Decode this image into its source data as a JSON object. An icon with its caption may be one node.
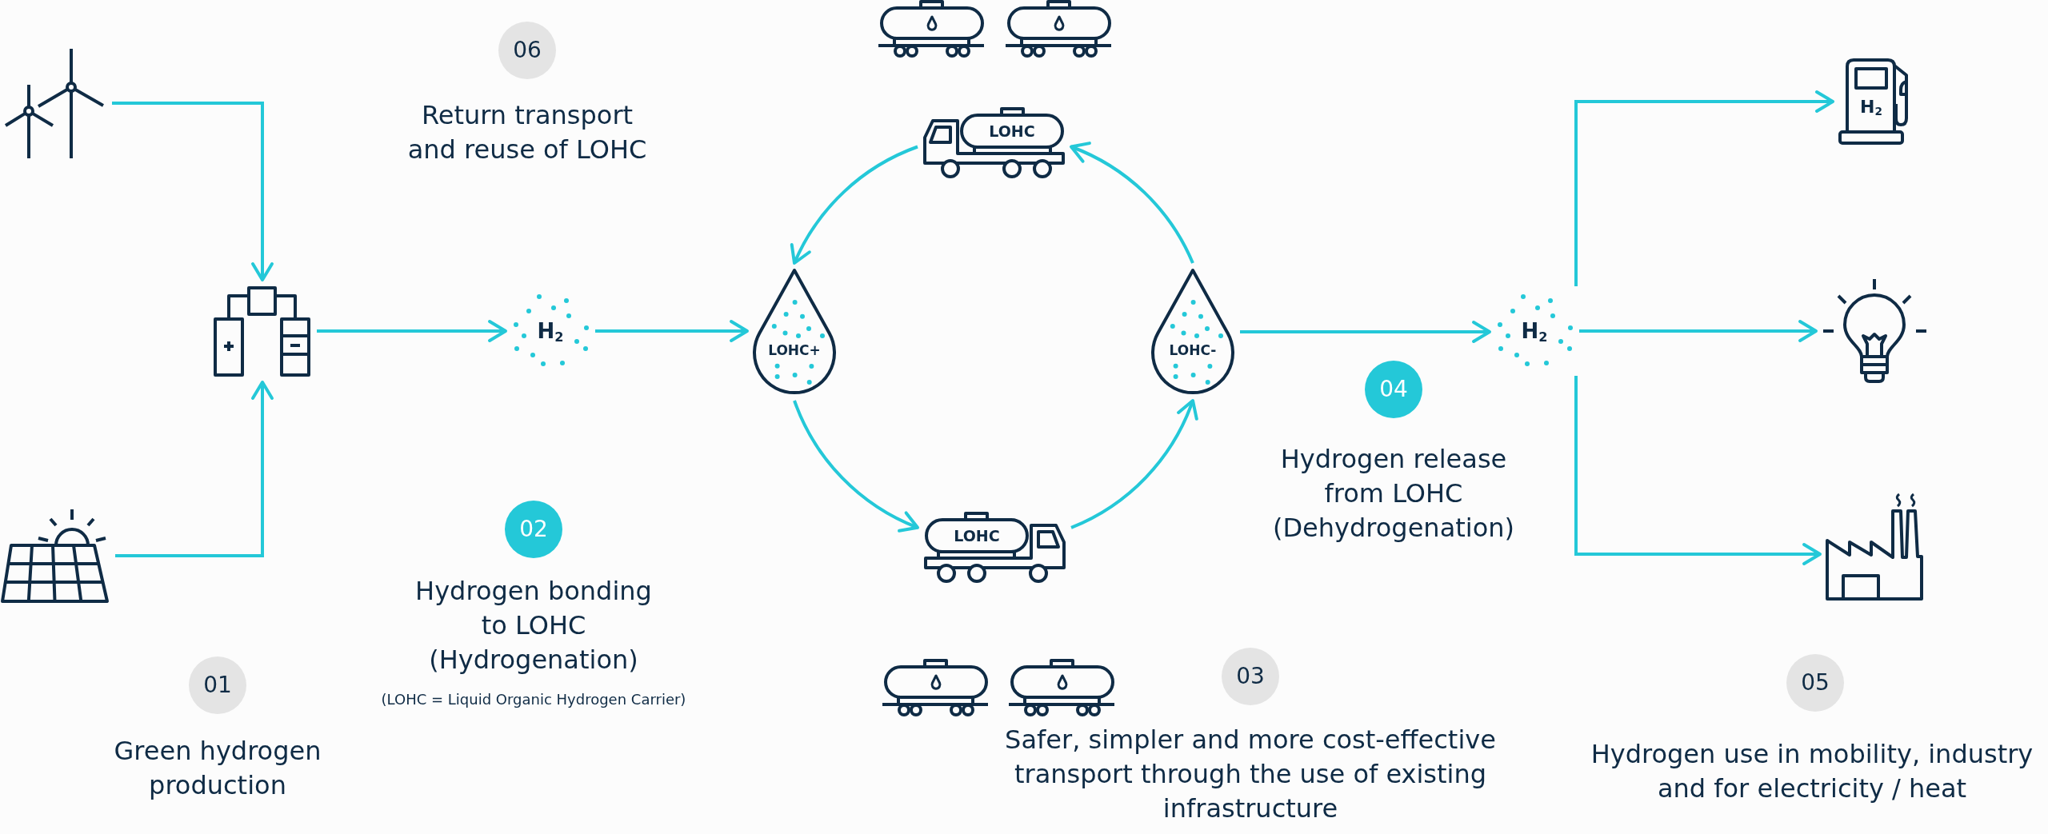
{
  "diagram": {
    "nodes": [
      {
        "text": [],
        "shape": "picture"
      },
      {
        "text": [
          "06"
        ],
        "beside": [
          "Return transport and reuse of LOHC"
        ]
      },
      {
        "text": [
          "LOHC"
        ]
      },
      {
        "text": [
          "H$_{2}$"
        ]
      },
      {
        "text": [],
        "shape": "picture"
      },
      {
        "text": [
          "H$_{2}$"
        ]
      },
      {
        "text": [
          "LOHC+"
        ]
      },
      {
        "text": [
          "LOHC-"
        ]
      },
      {
        "text": [
          "H$_{2}$"
        ]
      },
      {
        "text": [],
        "shape": "picture"
      },
      {
        "text": [
          "04"
        ],
        "beside": [
          "Hydrogen release from LOHC (Dehydrogenation)"
        ]
      },
      {
        "text": [],
        "shape": "picture"
      },
      {
        "text": [
          "02"
        ],
        "beside": [
          "Hydrogen bonding to LOHC (Hydrogenation)",
          "(LOHC = Liquid Organic Hydrogen Carrier)"
        ]
      },
      {
        "text": [
          "LOHC"
        ]
      },
      {
        "text": [],
        "shape": "picture"
      },
      {
        "text": [
          "01"
        ],
        "beside": [
          "Green hydrogen production"
        ]
      },
      {
        "text": [
          "03"
        ],
        "beside": [
          "Safer, simpler and more cost-effective transport through the use of existing infrastructure"
        ]
      },
      {
        "text": [
          "05"
        ],
        "beside": [
          "Hydrogen use in mobility, industry and for electricity / heat"
        ]
      }
    ],
    "edges": [
      {
        "from": 0,
        "to": 4,
        "arrow": "to"
      },
      {
        "from": 11,
        "to": 4,
        "arrow": "to"
      },
      {
        "from": 4,
        "to": 5,
        "arrow": "to"
      },
      {
        "from": 5,
        "to": 6,
        "arrow": "to"
      },
      {
        "from": 6,
        "to": 13,
        "arrow": "to"
      },
      {
        "from": 13,
        "to": 7,
        "arrow": "to"
      },
      {
        "from": 7,
        "to": 2,
        "arrow": "to"
      },
      {
        "from": 2,
        "to": 6,
        "arrow": "to"
      },
      {
        "from": 7,
        "to": 8,
        "arrow": "to"
      },
      {
        "from": 8,
        "to": 3,
        "arrow": "to"
      },
      {
        "from": 8,
        "to": 9,
        "arrow": "to"
      },
      {
        "from": 8,
        "to": 14,
        "arrow": "to"
      }
    ]
  }
}
